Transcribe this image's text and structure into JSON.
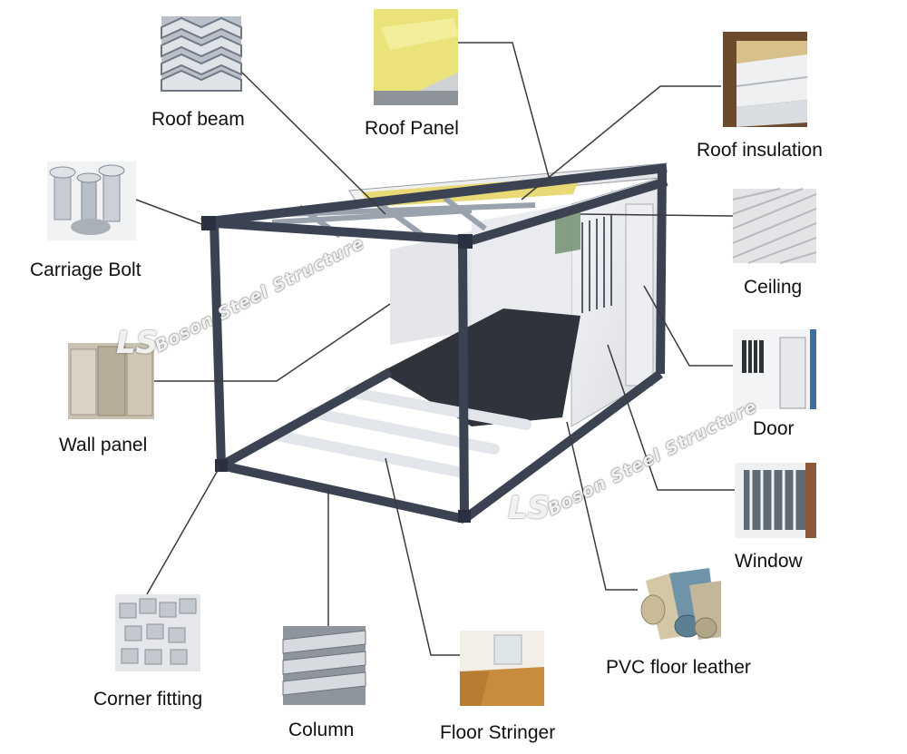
{
  "labels": {
    "roof_beam": "Roof beam",
    "roof_panel": "Roof Panel",
    "roof_insulation": "Roof insulation",
    "carriage_bolt": "Carriage Bolt",
    "ceiling": "Ceiling",
    "wall_panel": "Wall panel",
    "door": "Door",
    "window": "Window",
    "corner_fitting": "Corner fitting",
    "column": "Column",
    "floor_stringer": "Floor Stringer",
    "pvc_floor_leather": "PVC floor leather"
  },
  "watermark": {
    "text": "Boson Steel Structure",
    "logo": "LS"
  },
  "colors": {
    "frame": "#3b4352",
    "floor": "#2f333b",
    "leader": "#3a3a3a",
    "insulation": "#e8d870"
  }
}
